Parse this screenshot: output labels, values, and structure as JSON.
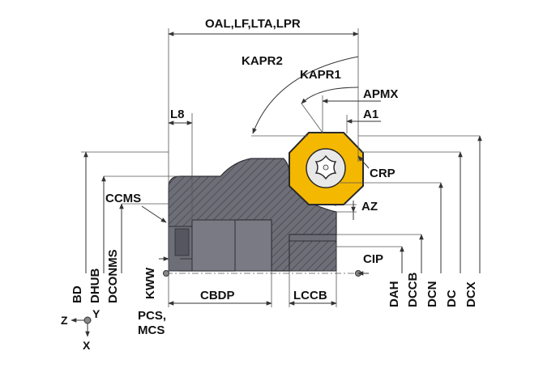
{
  "colors": {
    "body": "#6e6e78",
    "body_dark": "#4a4a52",
    "hatch": "#3a3a40",
    "insert": "#f5b800",
    "insert_edge": "#2a2a2a",
    "screw": "#e8e8e8",
    "text": "#111111"
  },
  "labels": {
    "oal": "OAL,LF,LTA,LPR",
    "kapr2": "KAPR2",
    "kapr1": "KAPR1",
    "apmx": "APMX",
    "a1": "A1",
    "l8": "L8",
    "crp": "CRP",
    "ccms": "CCMS",
    "az": "AZ",
    "cip": "CIP",
    "bd": "BD",
    "dhub": "DHUB",
    "dconms": "DCONMS",
    "kww": "KWW",
    "cbdp": "CBDP",
    "lccb": "LCCB",
    "dah": "DAH",
    "dccb": "DCCB",
    "dcn": "DCN",
    "dc": "DC",
    "dcx": "DCX",
    "pcs": "PCS,",
    "mcs": "MCS",
    "axis_z": "Z",
    "axis_y": "Y",
    "axis_x": "X"
  },
  "icons": {
    "screw": "torx-screw-icon",
    "axis": "coordinate-axis-icon"
  }
}
